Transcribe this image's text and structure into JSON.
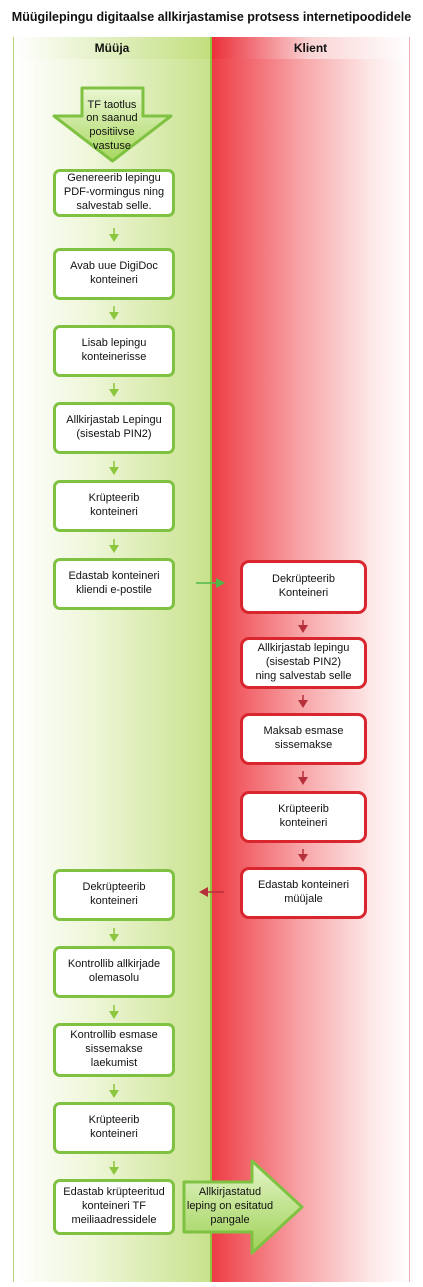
{
  "title": "Müügilepingu digitaalse allkirjastamise protsess internetipoodidele",
  "lanes": {
    "seller": "Müüja",
    "client": "Klient"
  },
  "start": "TF taotlus\non saanud\npositiivse\nvastuse",
  "seller_steps": [
    "Genereerib lepingu\nPDF-vormingus ning\nsalvestab selle.",
    "Avab uue DigiDoc\nkonteineri",
    "Lisab lepingu\nkonteinerisse",
    "Allkirjastab Lepingu\n(sisestab PIN2)",
    "Krüpteerib\nkonteineri",
    "Edastab konteineri\nkliendi e-postile"
  ],
  "client_steps": [
    "Dekrüpteerib\nKonteineri",
    "Allkirjastab lepingu\n(sisestab PIN2)\nning salvestab selle",
    "Maksab esmase\nsissemakse",
    "Krüpteerib\nkonteineri",
    "Edastab konteineri\nmüüjale"
  ],
  "seller_steps_2": [
    "Dekrüpteerib\nkonteineri",
    "Kontrollib allkirjade\nolemasolu",
    "Kontrollib esmase\nsissemakse\nlaekumist",
    "Krüpteerib\nkonteineri",
    "Edastab krüpteeritud\nkonteineri TF\nmeiliaadressidele"
  ],
  "end": "Allkirjastatud\nleping on esitatud\npangale",
  "colors": {
    "seller_accent": "#7fc242",
    "client_accent": "#d9262e"
  }
}
